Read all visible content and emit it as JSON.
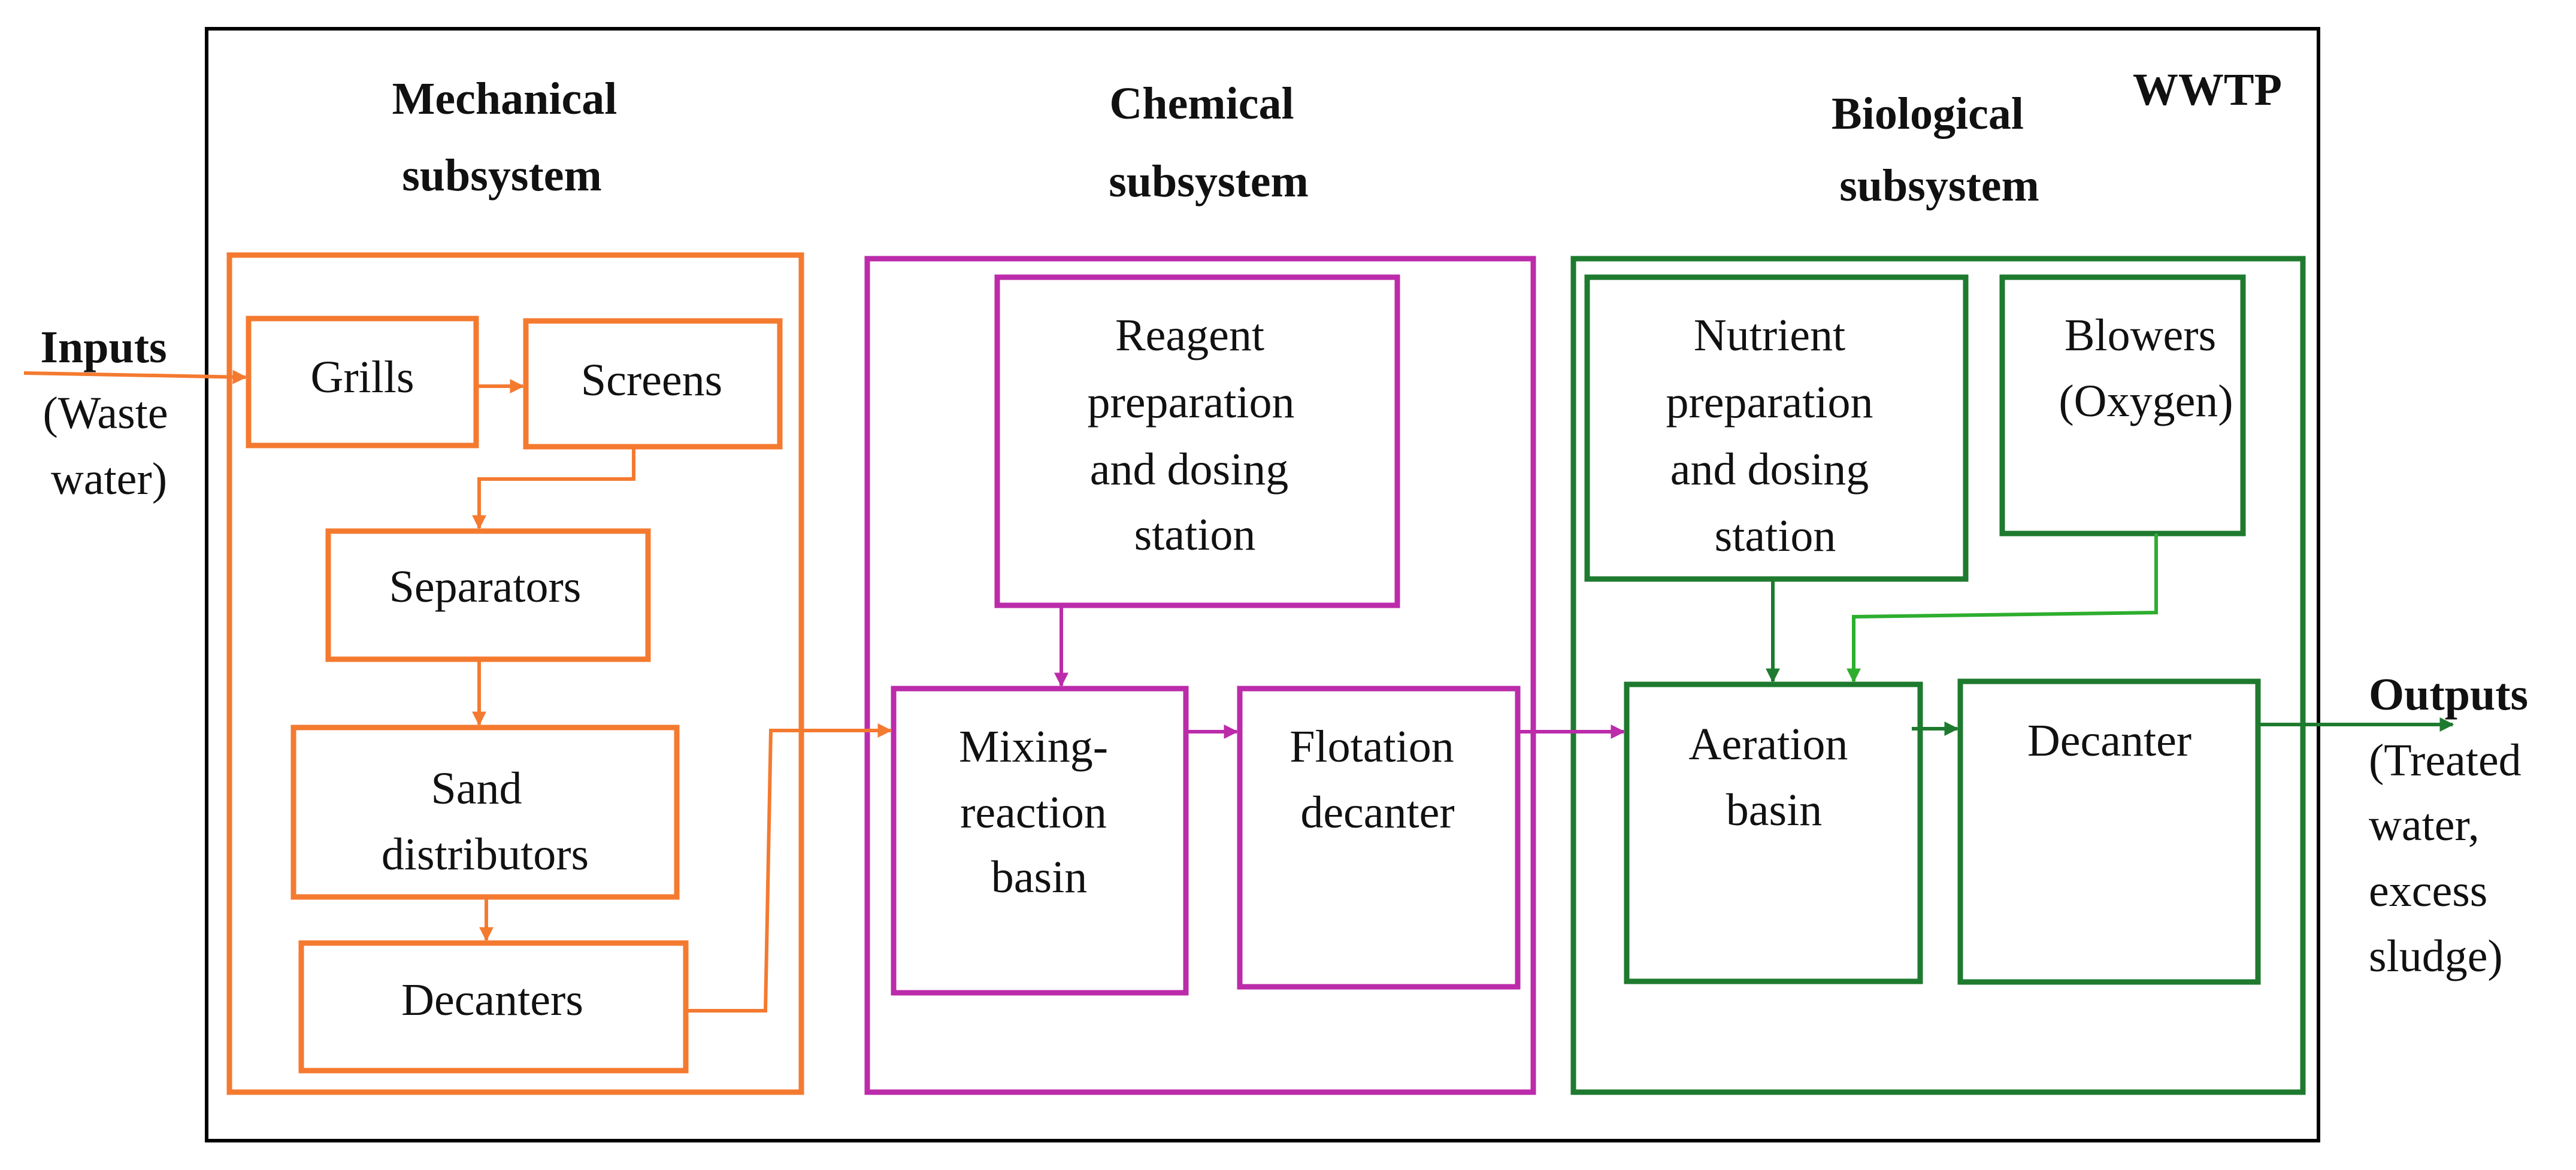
{
  "colors": {
    "frame": "#000000",
    "mechanical": "#F47A30",
    "chemical": "#BB2BAA",
    "biological": "#1E7A2E",
    "biological_light": "#2EAE2E"
  },
  "wwtp_label": "WWTP",
  "headings": {
    "mechanical": [
      "Mechanical",
      "subsystem"
    ],
    "chemical": [
      "Chemical",
      "subsystem"
    ],
    "biological": [
      "Biological",
      "subsystem"
    ]
  },
  "inputs": {
    "title": "Inputs",
    "lines": [
      "(Waste",
      "water)"
    ]
  },
  "outputs": {
    "title": "Outputs",
    "lines": [
      "(Treated",
      "water,",
      "excess",
      "sludge)"
    ]
  },
  "nodes": {
    "grills": [
      "Grills"
    ],
    "screens": [
      "Screens"
    ],
    "separators": [
      "Separators"
    ],
    "sand_distributors": [
      "Sand",
      "distributors"
    ],
    "decanters": [
      "Decanters"
    ],
    "reagent_station": [
      "Reagent",
      "preparation",
      "and dosing",
      "station"
    ],
    "mixing_basin": [
      "Mixing-",
      "reaction",
      "basin"
    ],
    "flotation_decanter": [
      "Flotation",
      "decanter"
    ],
    "nutrient_station": [
      "Nutrient",
      "preparation",
      "and dosing",
      "station"
    ],
    "blowers": [
      "Blowers",
      "(Oxygen)"
    ],
    "aeration_basin": [
      "Aeration",
      "basin"
    ],
    "decanter": [
      "Decanter"
    ]
  }
}
